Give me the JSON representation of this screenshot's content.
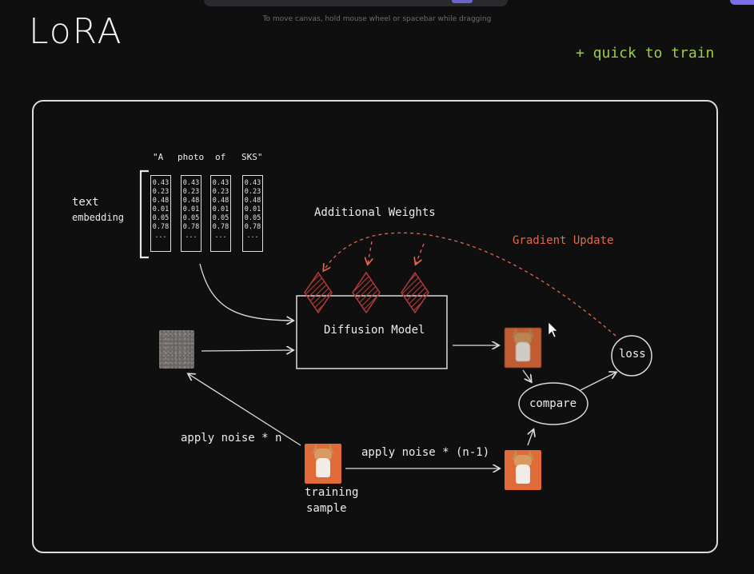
{
  "hint": "To move canvas, hold mouse wheel or spacebar while dragging",
  "title": "LoRA",
  "note": "+ quick to train",
  "diagram": {
    "prompt_words": [
      "\"A",
      "photo",
      "of",
      "SKS\""
    ],
    "embedding_label_1": "text",
    "embedding_label_2": "embedding",
    "embedding_columns": [
      [
        "0.43",
        "0.23",
        "0.48",
        "0.01",
        "0.05",
        "0.78",
        "..."
      ],
      [
        "0.43",
        "0.23",
        "0.48",
        "0.01",
        "0.05",
        "0.78",
        "..."
      ],
      [
        "0.43",
        "0.23",
        "0.48",
        "0.01",
        "0.05",
        "0.78",
        "..."
      ],
      [
        "0.43",
        "0.23",
        "0.48",
        "0.01",
        "0.05",
        "0.78",
        "..."
      ]
    ],
    "additional_weights": "Additional Weights",
    "gradient_update": "Gradient Update",
    "diffusion_model": "Diffusion Model",
    "loss": "loss",
    "compare": "compare",
    "apply_noise_n": "apply noise * n",
    "apply_noise_n1": "apply noise * (n-1)",
    "training_1": "training",
    "training_2": "sample"
  },
  "colors": {
    "accent_green": "#9ccf3f",
    "accent_orange": "#e26a4b",
    "weights": "#b23a38"
  }
}
